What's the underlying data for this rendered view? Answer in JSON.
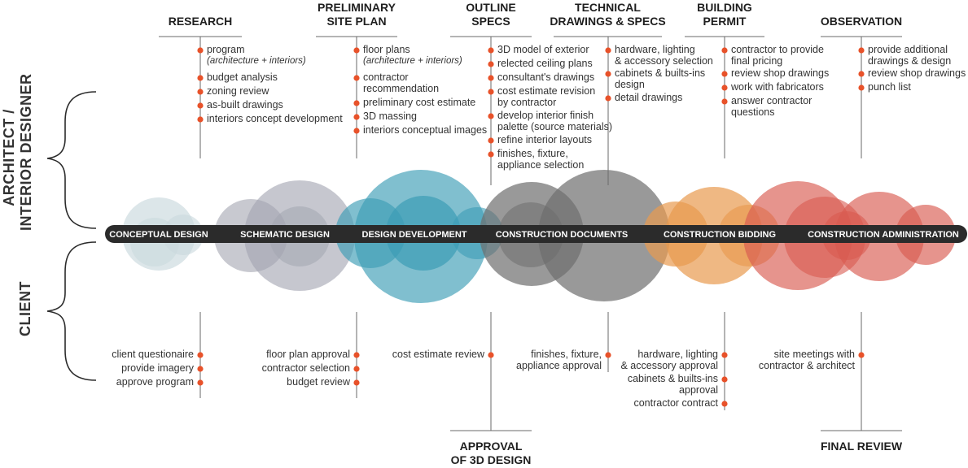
{
  "side_labels": {
    "architect": [
      "ARCHITECT /",
      "INTERIOR DESIGNER"
    ],
    "client": "CLIENT"
  },
  "phases": [
    "CONCEPTUAL DESIGN",
    "SCHEMATIC DESIGN",
    "DESIGN DEVELOPMENT",
    "CONSTRUCTION DOCUMENTS",
    "CONSTRUCTION BIDDING",
    "CONSTRUCTION ADMINISTRATION"
  ],
  "colors": {
    "bar": "#2b2b2b",
    "bullet": "#e8522a",
    "conceptual": "#c9d9dd",
    "schematic": "#a3a5b1",
    "development": "#3c9db5",
    "documents": "#6e6e6e",
    "bidding": "#e89a4e",
    "administration": "#d95a50"
  },
  "top_milestones": [
    {
      "title": [
        "RESEARCH"
      ],
      "items": [
        {
          "text": [
            "program"
          ],
          "note": "(architecture + interiors)"
        },
        {
          "text": [
            "budget analysis"
          ]
        },
        {
          "text": [
            "zoning review"
          ]
        },
        {
          "text": [
            "as-built drawings"
          ]
        },
        {
          "text": [
            "interiors concept development"
          ]
        }
      ]
    },
    {
      "title": [
        "PRELIMINARY",
        "SITE PLAN"
      ],
      "items": [
        {
          "text": [
            "floor plans"
          ],
          "note": "(architecture + interiors)"
        },
        {
          "text": [
            "contractor",
            "recommendation"
          ]
        },
        {
          "text": [
            "preliminary cost estimate"
          ]
        },
        {
          "text": [
            "3D massing"
          ]
        },
        {
          "text": [
            "interiors conceptual images"
          ]
        }
      ]
    },
    {
      "title": [
        "OUTLINE",
        "SPECS"
      ],
      "items": [
        {
          "text": [
            "3D model of exterior"
          ]
        },
        {
          "text": [
            "relected ceiling plans"
          ]
        },
        {
          "text": [
            "consultant's drawings"
          ]
        },
        {
          "text": [
            "cost estimate revision",
            "by contractor"
          ]
        },
        {
          "text": [
            "develop interior finish",
            "palette (source materials)"
          ]
        },
        {
          "text": [
            "refine interior layouts"
          ]
        },
        {
          "text": [
            "finishes, fixture,",
            "appliance selection"
          ]
        }
      ]
    },
    {
      "title": [
        "TECHNICAL",
        "DRAWINGS & SPECS"
      ],
      "items": [
        {
          "text": [
            "hardware, lighting",
            "& accessory selection"
          ]
        },
        {
          "text": [
            "cabinets & builts-ins",
            "design"
          ]
        },
        {
          "text": [
            "detail drawings"
          ]
        }
      ]
    },
    {
      "title": [
        "BUILDING",
        "PERMIT"
      ],
      "items": [
        {
          "text": [
            "contractor to provide",
            "final pricing"
          ]
        },
        {
          "text": [
            "review shop drawings"
          ]
        },
        {
          "text": [
            "work with fabricators"
          ]
        },
        {
          "text": [
            "answer contractor",
            "questions"
          ]
        }
      ]
    },
    {
      "title": [
        "OBSERVATION"
      ],
      "items": [
        {
          "text": [
            "provide additional",
            "drawings & design"
          ]
        },
        {
          "text": [
            "review shop drawings"
          ]
        },
        {
          "text": [
            "punch list"
          ]
        }
      ]
    }
  ],
  "bottom_groups": [
    {
      "items": [
        [
          "client questionaire"
        ],
        [
          "provide imagery"
        ],
        [
          "approve program"
        ]
      ]
    },
    {
      "items": [
        [
          "floor plan approval"
        ],
        [
          "contractor selection"
        ],
        [
          "budget review"
        ]
      ]
    },
    {
      "items": [
        [
          "cost estimate review"
        ]
      ]
    },
    {
      "items": [
        [
          "finishes, fixture,",
          "appliance approval"
        ]
      ]
    },
    {
      "items": [
        [
          "hardware, lighting",
          "& accessory approval"
        ],
        [
          "cabinets & builts-ins",
          "approval"
        ],
        [
          "contractor contract"
        ]
      ]
    },
    {
      "items": [
        [
          "site meetings with",
          "contractor & architect"
        ]
      ]
    }
  ],
  "bottom_milestones": [
    {
      "title": [
        "APPROVAL",
        "OF 3D DESIGN"
      ]
    },
    {
      "title": [
        "FINAL REVIEW"
      ]
    }
  ]
}
